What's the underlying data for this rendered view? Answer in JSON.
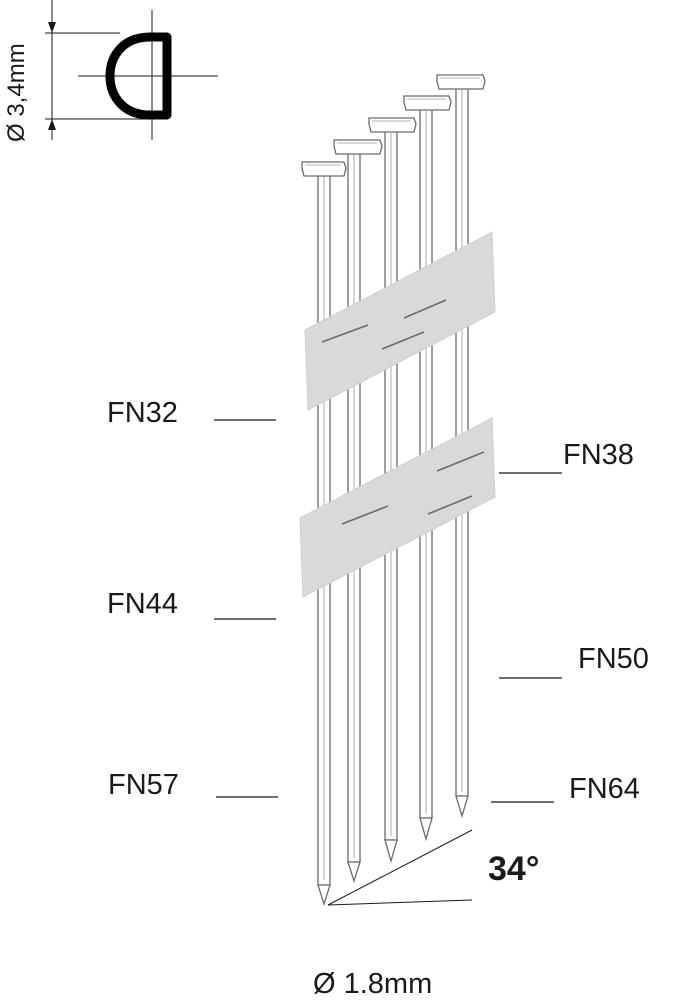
{
  "head_dimension": "Ø 3,4mm",
  "shank_diameter": "Ø 1.8mm",
  "collation_angle": "34°",
  "nail_models": [
    "FN32",
    "FN38",
    "FN44",
    "FN50",
    "FN57",
    "FN64"
  ],
  "colors": {
    "line": "#1a1a1a",
    "nail_stroke": "#6b6b6b",
    "paper_strip": "#d9d9d9"
  }
}
